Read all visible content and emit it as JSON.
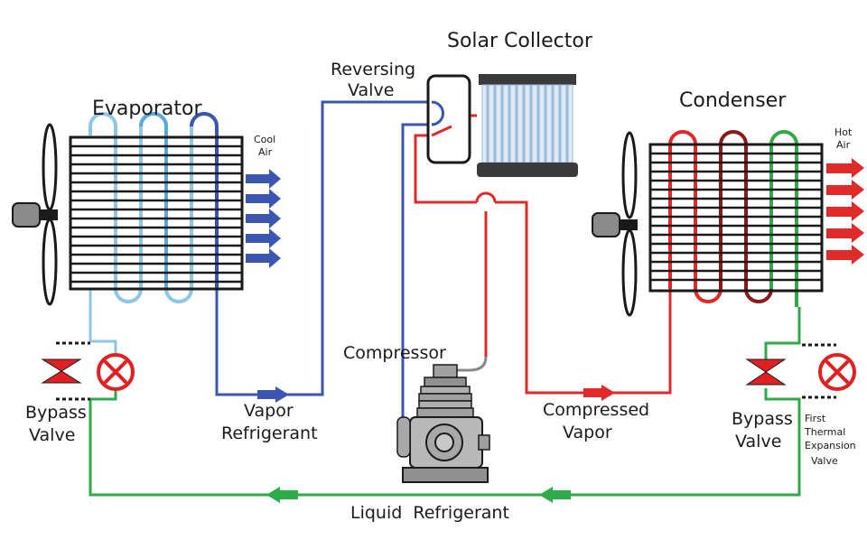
{
  "labels": {
    "solar_collector": "Solar Collector",
    "reversing_valve_line1": "Reversing",
    "reversing_valve_line2": "Valve",
    "evaporator": "Evaporator",
    "condenser": "Condenser",
    "cool_air_line1": "Cool",
    "cool_air_line2": "Air",
    "hot_air_line1": "Hot",
    "hot_air_line2": "Air",
    "compressor": "Compressor",
    "vapor_refrigerant_line1": "Vapor",
    "vapor_refrigerant_line2": "Refrigerant",
    "compressed_vapor_line1": "Compressed",
    "compressed_vapor_line2": "Vapor",
    "bypass_valve_left_line1": "Bypass",
    "bypass_valve_left_line2": "Valve",
    "bypass_valve_right_line1": "Bypass",
    "bypass_valve_right_line2": "Valve",
    "first_tev_line1": "First",
    "first_tev_line2": "Thermal",
    "first_tev_line3": "Expansion",
    "first_tev_line4": "Valve",
    "liquid_refrigerant": "Liquid  Refrigerant"
  },
  "colors": {
    "cold_pipe": "#3a56b0",
    "light_cold_pipe": "#8ec7e6",
    "mid_cold_pipe": "#5aa8d8",
    "hot_pipe": "#e02a2a",
    "dark_red_pipe": "#8b1a1a",
    "liquid_pipe": "#2eaa48",
    "valve_red": "#e02020",
    "frame": "#1a1a1a",
    "collector_tube": "#9bb8df"
  }
}
